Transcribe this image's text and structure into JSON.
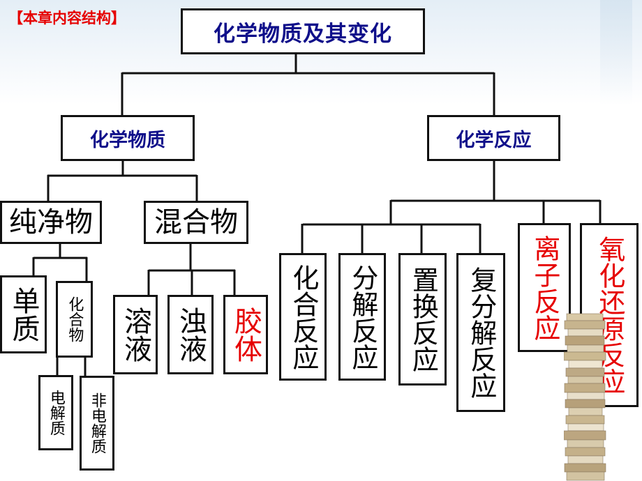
{
  "header_tag": "【本章内容结构】",
  "root": "化学物质及其变化",
  "branches": {
    "substances": "化学物质",
    "reactions": "化学反应"
  },
  "substances": {
    "pure": "纯净物",
    "mixture": "混合物",
    "element": "单质",
    "compound": "化合物",
    "electrolyte": "电解质",
    "non_electrolyte": "非电解质",
    "solution": "溶液",
    "suspension": "浊液",
    "colloid": "胶体"
  },
  "reactions": {
    "combination": "化合反应",
    "decomposition": "分解反应",
    "displacement": "置换反应",
    "double_decomposition": "复分解反应",
    "ionic": "离子反应",
    "redox": "氧化还原反应"
  },
  "colors": {
    "navy_text": "#0f0f8a",
    "highlight_red": "#e60000",
    "border": "#111111"
  }
}
